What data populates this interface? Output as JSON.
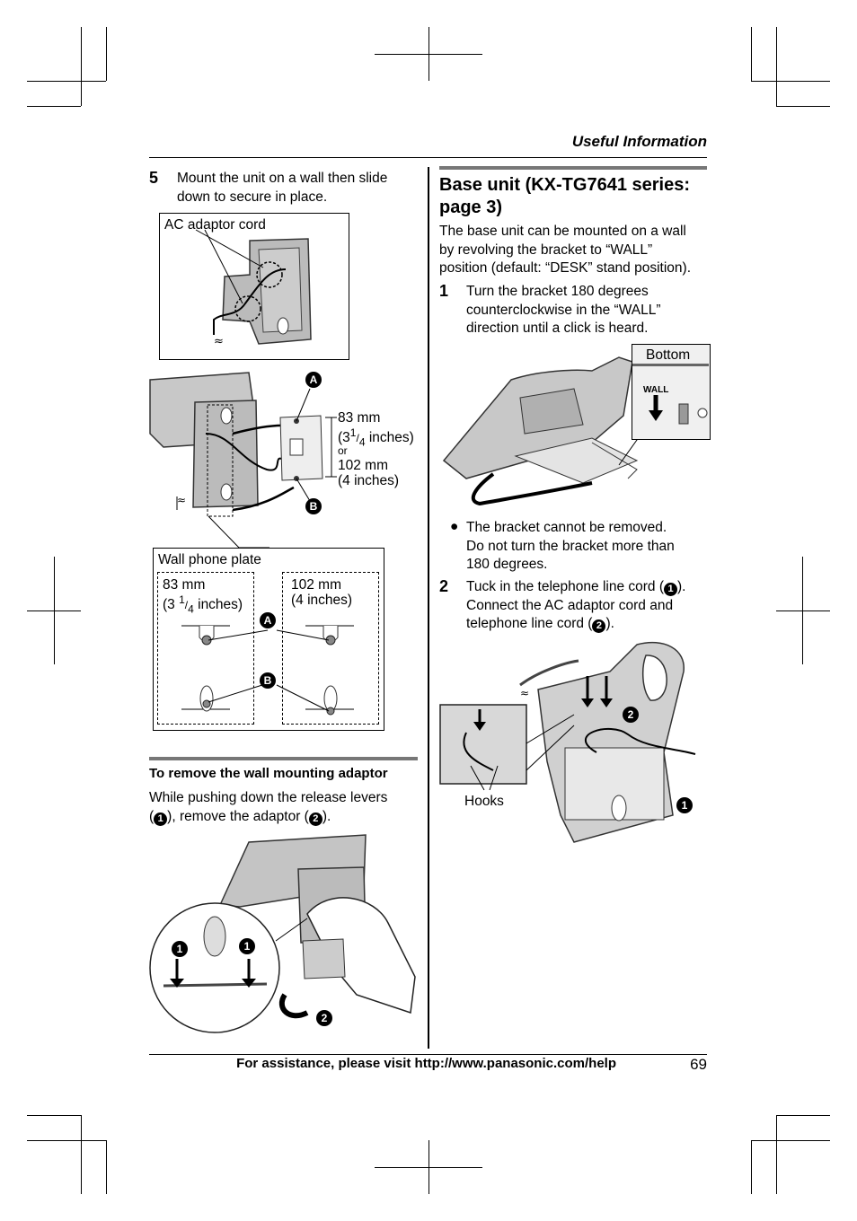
{
  "header": {
    "section": "Useful Information"
  },
  "left": {
    "step5": {
      "num": "5",
      "text_line1": "Mount the unit on a wall then slide",
      "text_line2": "down to secure in place."
    },
    "fig1": {
      "ac_adaptor_cord": "AC adaptor cord"
    },
    "fig2": {
      "marker_a": "A",
      "marker_b": "B",
      "dim1_line1": "83 mm",
      "dim1_line2_pre": "(3",
      "dim1_frac_num": "1",
      "dim1_frac_den": "4",
      "dim1_line2_post": " inches)",
      "or": "or",
      "dim2_line1": "102 mm",
      "dim2_line2": "(4 inches)"
    },
    "fig3": {
      "title": "Wall phone plate",
      "left_dim_line1": "83 mm",
      "left_dim_line2_pre": "(3 ",
      "left_frac_num": "1",
      "left_frac_den": "4",
      "left_dim_line2_post": " inches)",
      "right_dim_line1": "102 mm",
      "right_dim_line2": "(4 inches)",
      "marker_a": "A",
      "marker_b": "B"
    },
    "remove": {
      "heading": "To remove the wall mounting adaptor",
      "line1": "While pushing down the release levers",
      "line2_a": "(",
      "c1": "1",
      "line2_b": "), remove the adaptor (",
      "c2": "2",
      "line2_c": ")."
    },
    "fig4": {
      "c1": "1",
      "c2": "2"
    }
  },
  "right": {
    "heading_line1": "Base unit (KX-TG7641 series:",
    "heading_line2": "page 3)",
    "intro_line1": "The base unit can be mounted on a wall",
    "intro_line2": "by revolving the bracket to “WALL”",
    "intro_line3": "position (default: “DESK” stand position).",
    "step1": {
      "num": "1",
      "line1": "Turn the bracket 180 degrees",
      "line2": "counterclockwise in the “WALL”",
      "line3": "direction until a click is heard."
    },
    "fig5": {
      "bottom": "Bottom",
      "wall": "WALL"
    },
    "bullet": {
      "line1": "The bracket cannot be removed.",
      "line2": "Do not turn the bracket more than",
      "line3": "180 degrees."
    },
    "step2": {
      "num": "2",
      "line1_a": "Tuck in the telephone line cord (",
      "c1": "1",
      "line1_b": ").",
      "line2": "Connect the AC adaptor cord and",
      "line3_a": "telephone line cord (",
      "c2": "2",
      "line3_b": ")."
    },
    "fig6": {
      "hooks": "Hooks",
      "c1": "1",
      "c2": "2"
    }
  },
  "footer": {
    "assist": "For assistance, please visit http://www.panasonic.com/help",
    "page": "69"
  }
}
